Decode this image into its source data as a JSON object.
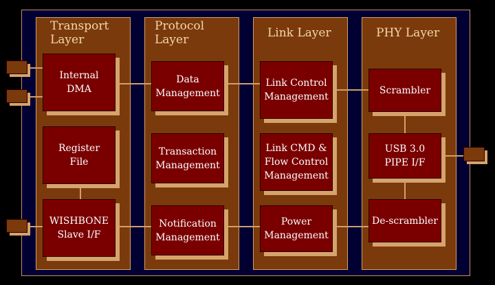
{
  "diagram": {
    "layers": [
      {
        "id": "transport",
        "title": "Transport\nLayer"
      },
      {
        "id": "protocol",
        "title": "Protocol\nLayer"
      },
      {
        "id": "link",
        "title": "Link Layer"
      },
      {
        "id": "phy",
        "title": "PHY Layer"
      }
    ],
    "blocks": {
      "internal_dma": "Internal\nDMA",
      "register_file": "Register\nFile",
      "wishbone": "WISHBONE\nSlave I/F",
      "data_mgmt": "Data\nManagement",
      "transaction_mgmt": "Transaction\nManagement",
      "notification_mgmt": "Notification\nManagement",
      "link_control": "Link Control\nManagement",
      "link_cmd": "Link CMD &\nFlow Control\nManagement",
      "power_mgmt": "Power\nManagement",
      "scrambler": "Scrambler",
      "usb_pipe": "USB 3.0\nPIPE I/F",
      "descrambler": "De-scrambler"
    },
    "colors": {
      "background": "#000000",
      "frame": "#000033",
      "layer_fill": "#7a3a0c",
      "block_fill": "#7a0000",
      "shadow": "#d6a36c",
      "title_text": "#f5d7a8",
      "block_text": "#ffffff"
    }
  }
}
